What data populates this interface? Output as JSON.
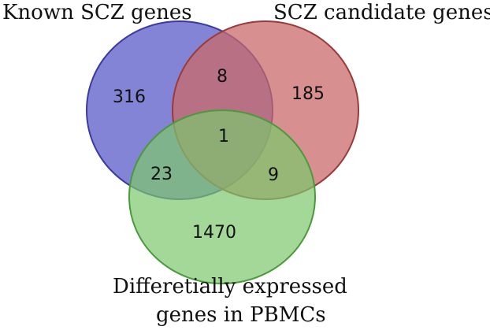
{
  "diagram": {
    "sets": [
      {
        "id": "known",
        "label": "Known SCZ genes",
        "fill": "#6f6fd0",
        "stroke": "#3a3aa0"
      },
      {
        "id": "candidate",
        "label": "SCZ candidate genes",
        "fill": "#c96a6a",
        "stroke": "#9a3b3b"
      },
      {
        "id": "deg",
        "label_lines": [
          "Differetially expressed",
          "genes in PBMCs"
        ],
        "fill": "#7cc86c",
        "stroke": "#4a9a3c"
      }
    ],
    "regions": {
      "known_only": "316",
      "candidate_only": "185",
      "deg_only": "1470",
      "known_candidate": "8",
      "known_deg": "23",
      "candidate_deg": "9",
      "all_three": "1"
    }
  }
}
